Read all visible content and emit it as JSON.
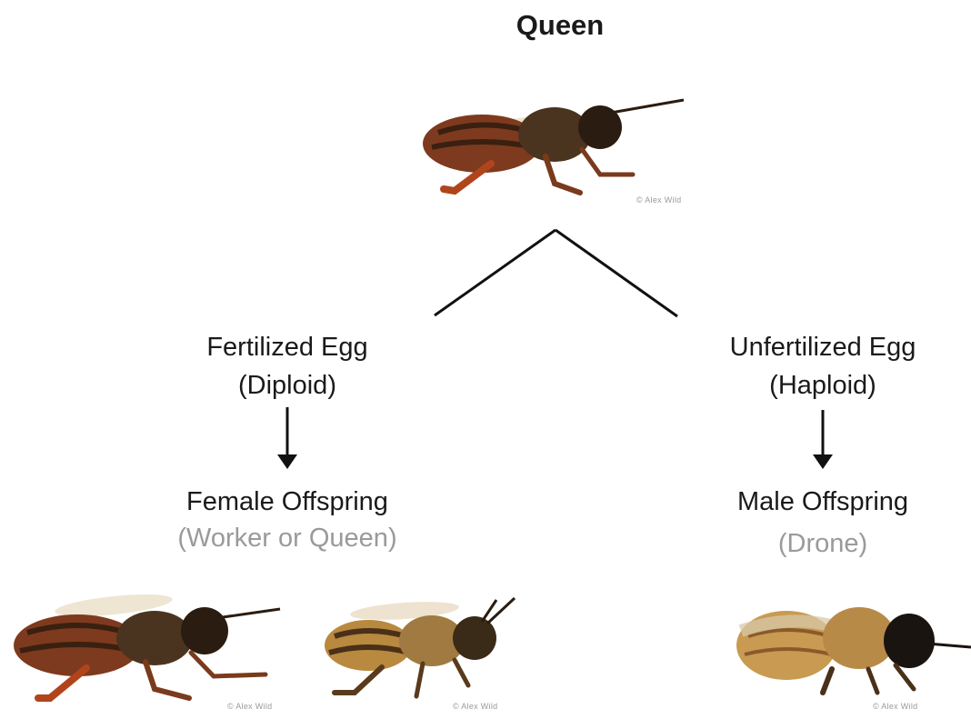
{
  "title": "Queen",
  "left_branch": {
    "egg_line1": "Fertilized Egg",
    "egg_line2": "(Diploid)",
    "offspring": "Female Offspring",
    "offspring_detail": "(Worker or Queen)"
  },
  "right_branch": {
    "egg_line1": "Unfertilized Egg",
    "egg_line2": "(Haploid)",
    "offspring": "Male Offspring",
    "offspring_detail": "(Drone)"
  },
  "photo_credit": "© Alex Wild",
  "images": {
    "queen_top": "queen bee photo",
    "queen_bottom": "queen bee photo",
    "worker": "worker bee photo",
    "drone": "drone bee photo"
  },
  "colors": {
    "line": "#111111",
    "subtext": "#9a9a9a",
    "queen_abdomen": "#8a3b1c",
    "worker_body": "#b8893e",
    "drone_body": "#c89a52"
  }
}
